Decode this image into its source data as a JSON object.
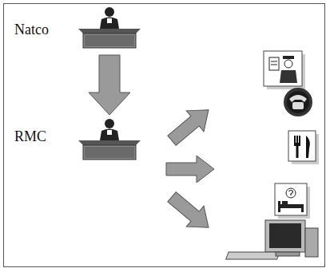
{
  "diagram": {
    "nodes": [
      {
        "text": [
          "Natco"
        ]
      },
      {
        "text": [
          "RMC"
        ]
      }
    ],
    "edges": [
      {
        "from": 0,
        "to": 1,
        "arrow": "to"
      }
    ]
  }
}
